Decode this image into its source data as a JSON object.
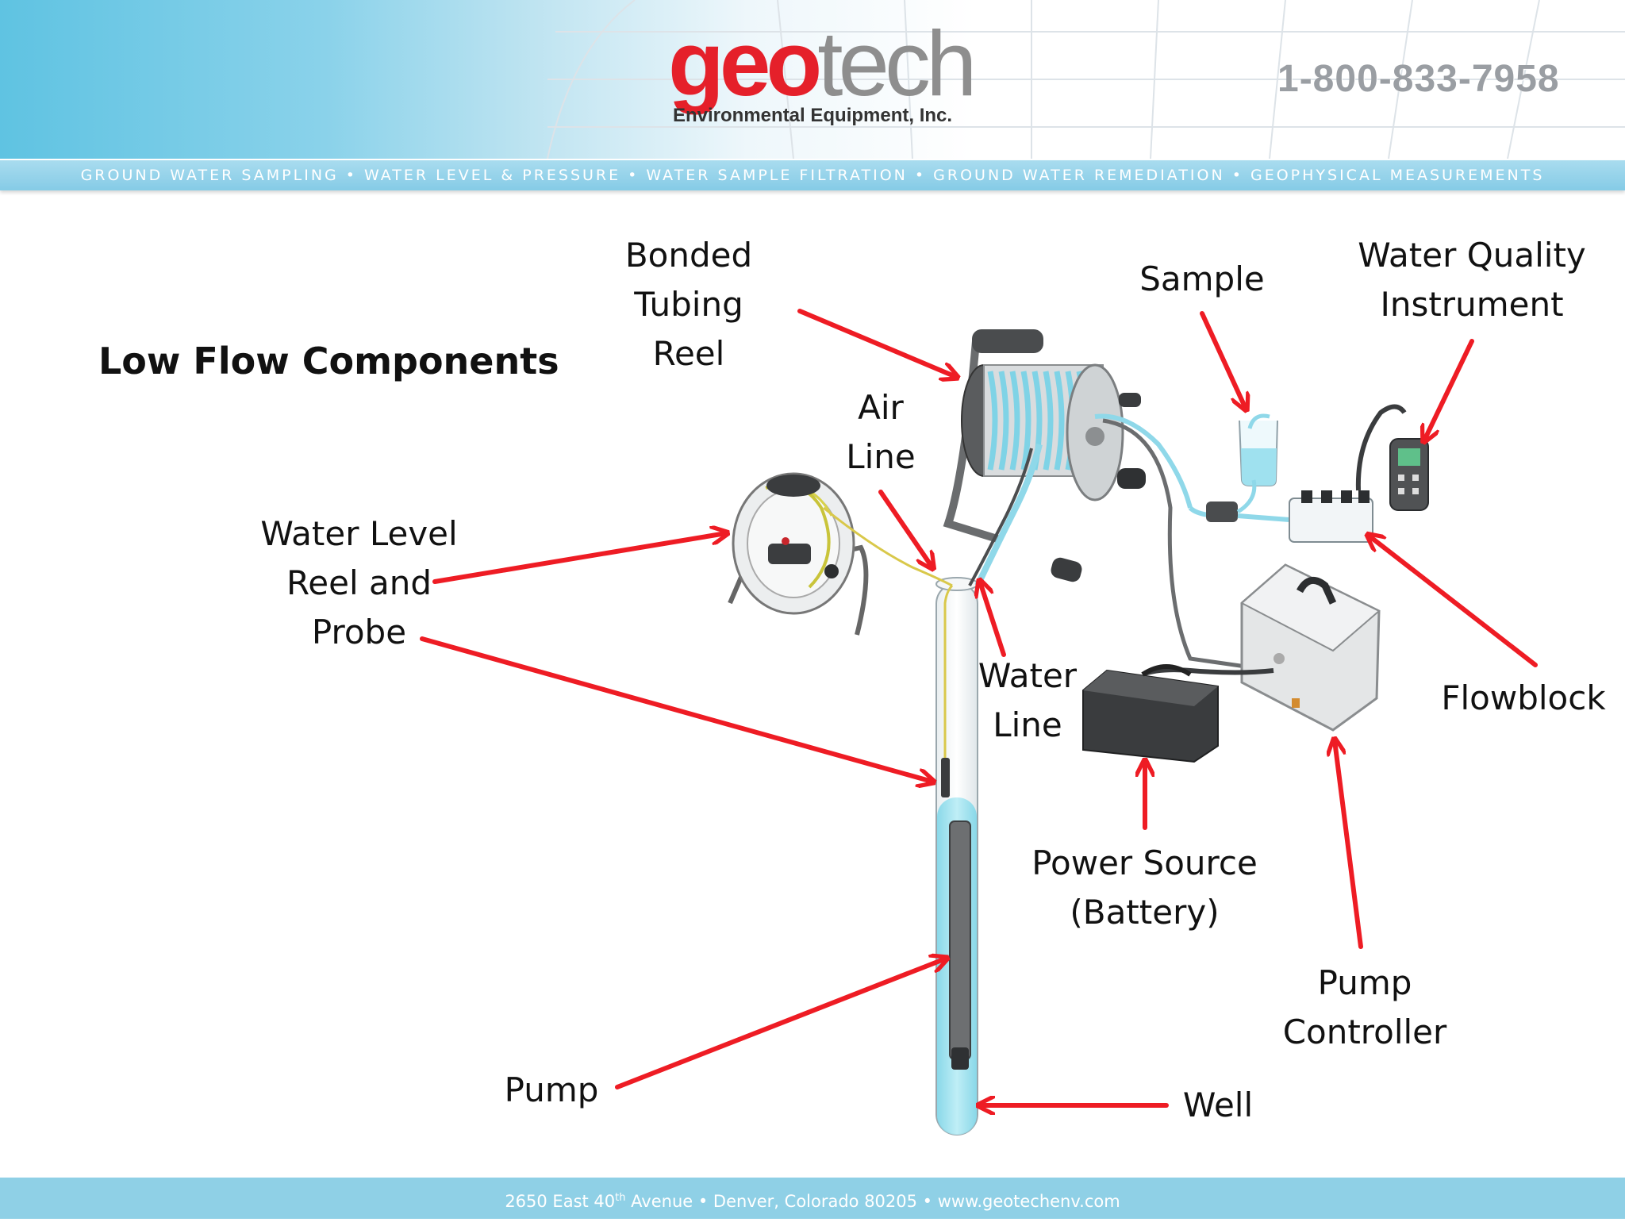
{
  "header": {
    "logo_geo": "geo",
    "logo_tech": "tech",
    "logo_subtitle": "Environmental Equipment, Inc.",
    "phone": "1-800-833-7958",
    "ribbon": "GROUND WATER SAMPLING • WATER LEVEL & PRESSURE • WATER SAMPLE FILTRATION • GROUND WATER REMEDIATION • GEOPHYSICAL MEASUREMENTS"
  },
  "title": "Low Flow Components",
  "labels": {
    "bonded_tubing_reel": "Bonded\nTubing Reel",
    "sample": "Sample",
    "water_quality_instrument": "Water Quality\nInstrument",
    "air_line": "Air\nLine",
    "water_level_reel": "Water Level\nReel and\nProbe",
    "water_line": "Water\nLine",
    "flowblock": "Flowblock",
    "power_source": "Power Source\n(Battery)",
    "pump_controller": "Pump\nController",
    "pump": "Pump",
    "well": "Well"
  },
  "footer": {
    "address_pre": "2650 East 40",
    "address_sup": "th",
    "address_post": " Avenue • Denver, Colorado 80205 • www.geotechenv.com"
  },
  "colors": {
    "arrow": "#ee1c24",
    "brand_red": "#e5202a",
    "ribbon": "#8fd0e6",
    "water": "#8fdcec"
  }
}
